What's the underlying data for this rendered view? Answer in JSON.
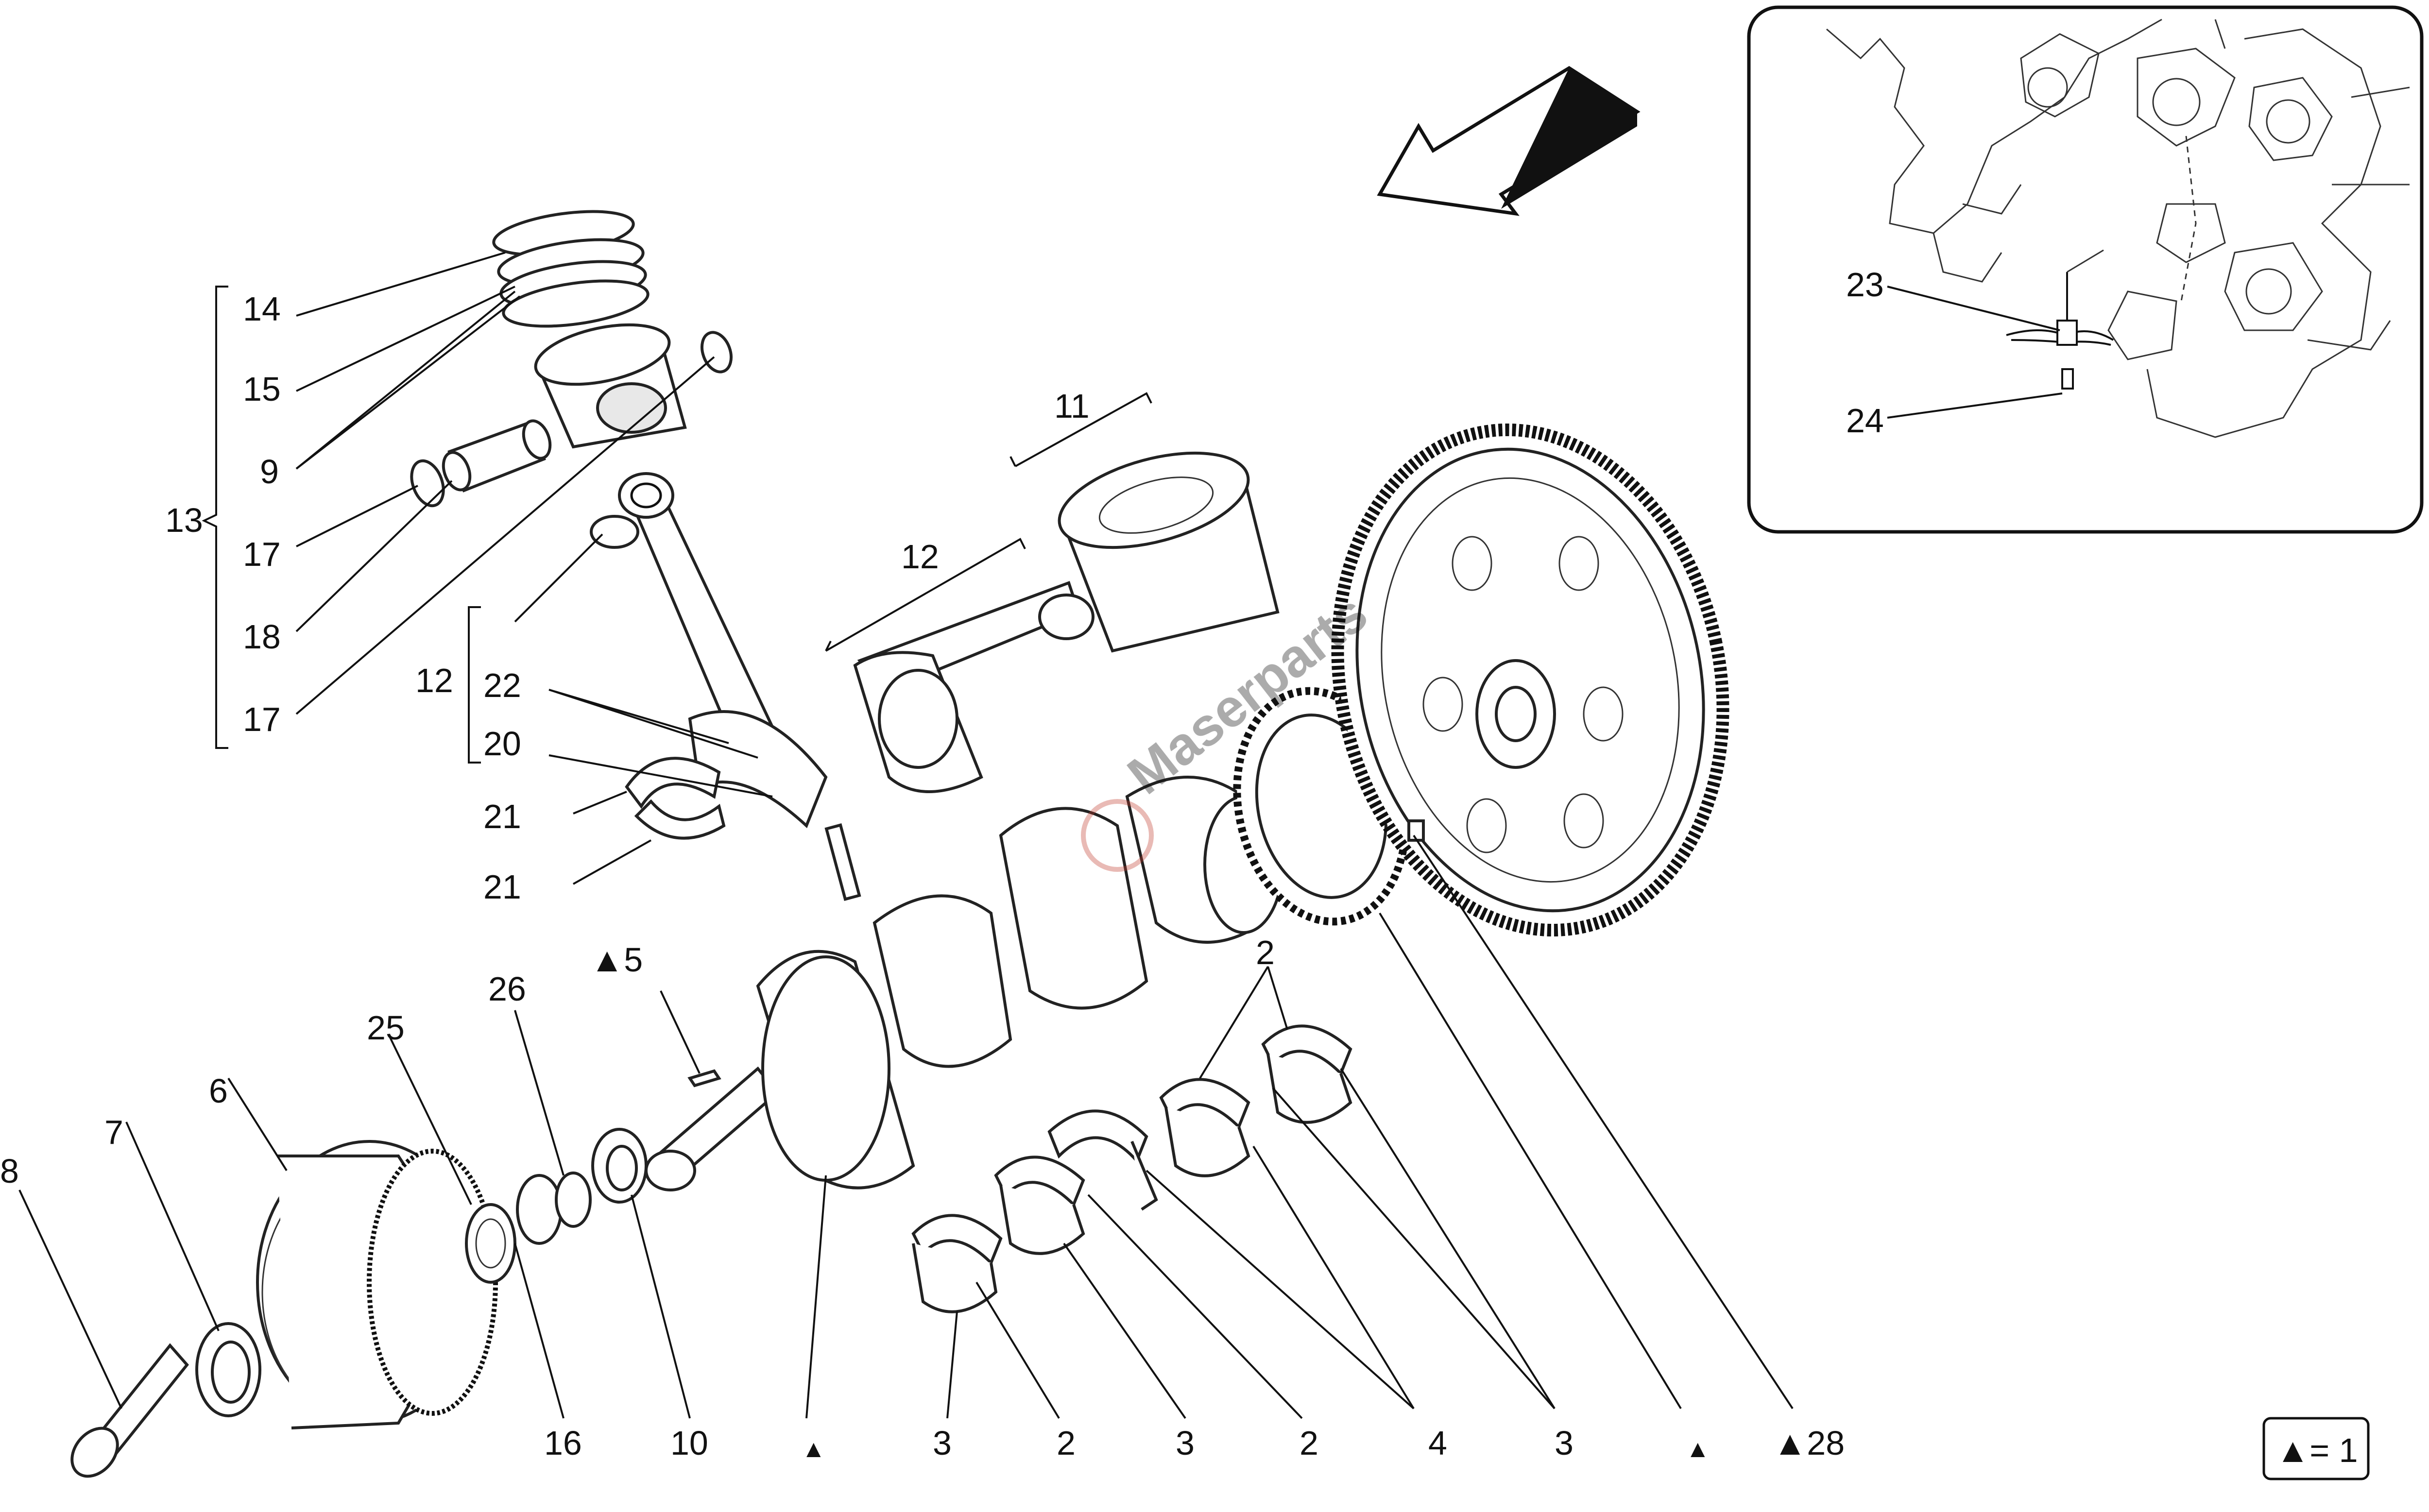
{
  "callouts": {
    "c14": "14",
    "c15": "15",
    "c9": "9",
    "c13": "13",
    "c17a": "17",
    "c18": "18",
    "c17b": "17",
    "c12a": "12",
    "c22": "22",
    "c20": "20",
    "c21a": "21",
    "c21b": "21",
    "c11": "11",
    "c12b": "12",
    "c2a": "2",
    "c5": "▲5",
    "c26": "26",
    "c25": "25",
    "c6": "6",
    "c7": "7",
    "c8": "8",
    "b16": "16",
    "b10": "10",
    "bTri": "▲",
    "b3a": "3",
    "b2a": "2",
    "b3b": "3",
    "b2b": "2",
    "b4": "4",
    "b3c": "3",
    "bTri2": "▲",
    "b28": "▲28",
    "c23": "23",
    "c24": "24"
  },
  "legend": {
    "text": "▲= 1"
  },
  "watermark": {
    "text": "Maserparts"
  }
}
